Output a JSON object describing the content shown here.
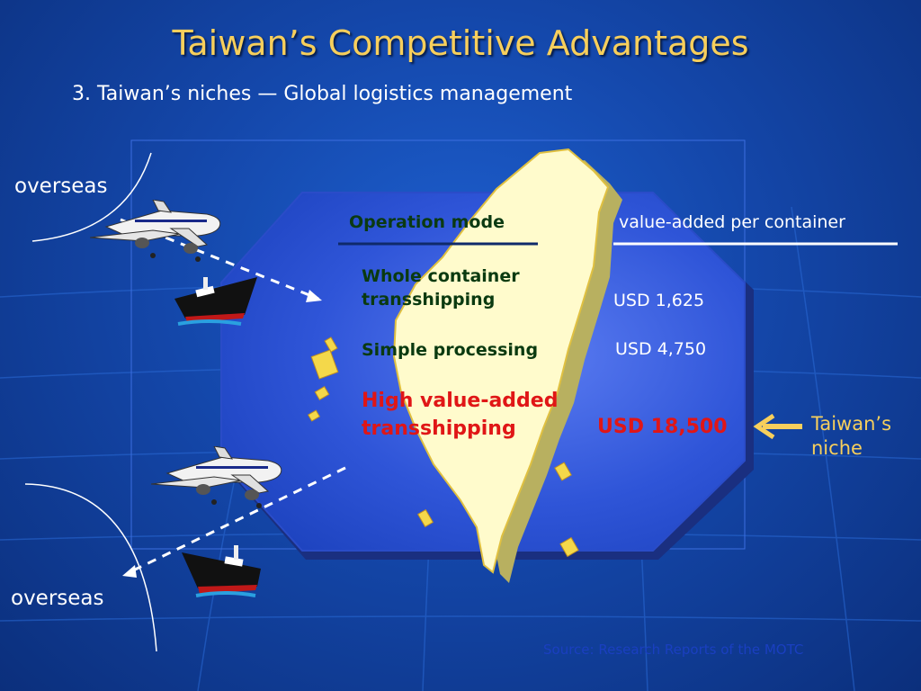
{
  "slide": {
    "title": "Taiwan’s Competitive Advantages",
    "subtitle": "3. Taiwan’s niches — Global logistics management"
  },
  "table": {
    "header_mode": "Operation mode",
    "header_value": "value-added per container",
    "rows": [
      {
        "mode_line1": "Whole container",
        "mode_line2": "transshipping",
        "value": "USD 1,625"
      },
      {
        "mode": "Simple processing",
        "value": "USD 4,750"
      },
      {
        "mode_line1": "High value-added",
        "mode_line2": "transshipping",
        "value": "USD 18,500",
        "highlight_color": "#e01616"
      }
    ]
  },
  "labels": {
    "overseas_top": "overseas",
    "overseas_bottom": "overseas",
    "niche_line1": "Taiwan’s",
    "niche_line2": "niche"
  },
  "source": "Source: Research Reports of the MOTC",
  "colors": {
    "title": "#f7cf5c",
    "panel": "#3a5fe0",
    "island": "#fffbcc",
    "highlight": "#e01616",
    "arrow": "#f7cf5c"
  },
  "icons": [
    "airplane-icon",
    "ship-icon",
    "arrow-left-icon"
  ]
}
